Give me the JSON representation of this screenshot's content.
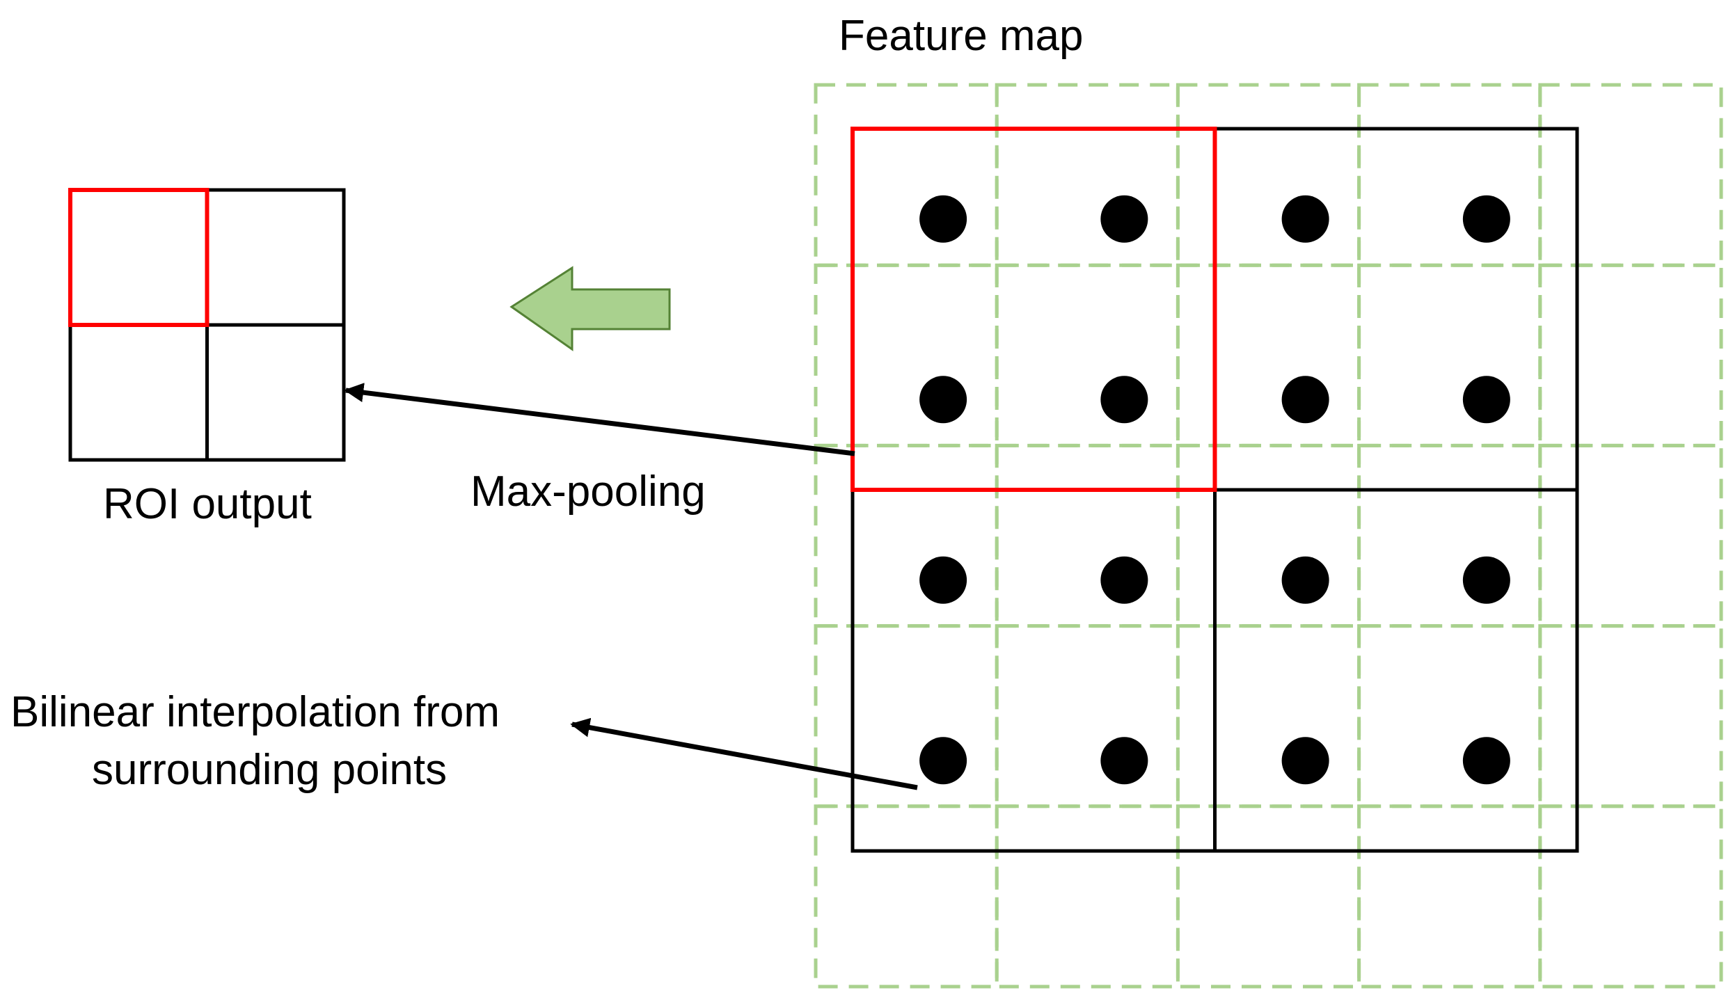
{
  "labels": {
    "feature_map": "Feature map",
    "roi_output": "ROI output",
    "max_pooling": "Max-pooling",
    "bilinear_line1": "Bilinear interpolation from",
    "bilinear_line2": "surrounding points"
  },
  "colors": {
    "highlight": "#ff0000",
    "grid_dashed": "#a9d18e",
    "big_arrow_fill": "#a9d18e",
    "big_arrow_stroke": "#548235",
    "line": "#000000",
    "sample_point": "#000000"
  },
  "feature_map": {
    "dashed_grid": {
      "rows": 5,
      "cols": 5
    },
    "roi_bins": {
      "rows": 2,
      "cols": 2
    },
    "samples_per_bin": {
      "rows": 2,
      "cols": 2
    },
    "highlighted_bin": {
      "row": 0,
      "col": 0
    }
  },
  "roi_output": {
    "rows": 2,
    "cols": 2,
    "highlighted_cell": {
      "row": 0,
      "col": 0
    }
  },
  "icons": {
    "big_arrow": "left-arrow-icon"
  }
}
